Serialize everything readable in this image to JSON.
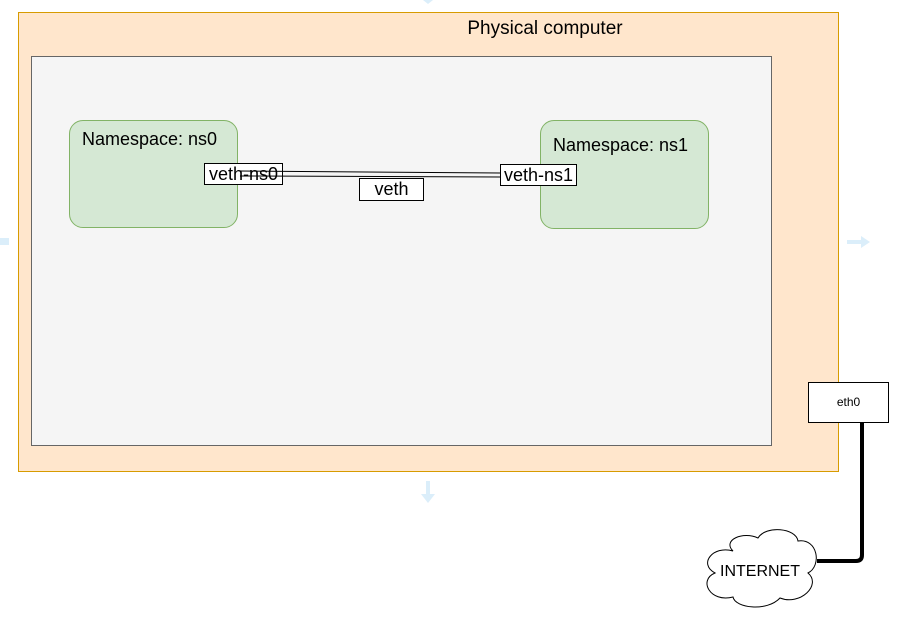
{
  "diagram": {
    "physical_title": "Physical computer",
    "namespaces": [
      {
        "label": "Namespace: ns0",
        "port": "veth-ns0"
      },
      {
        "label": "Namespace: ns1",
        "port": "veth-ns1"
      }
    ],
    "link_label": "veth",
    "nic_label": "eth0",
    "internet_label": "INTERNET"
  },
  "colors": {
    "physical_fill": "#ffe6cc",
    "physical_border": "#d79b00",
    "host_fill": "#f5f5f5",
    "namespace_fill": "#d5e8d4",
    "namespace_border": "#82b366",
    "faint_arrow": "#dbeefa"
  },
  "icons": [
    "cloud-icon",
    "arrow-right-icon",
    "arrow-down-icon",
    "arrow-up-icon",
    "arrow-left-icon"
  ]
}
